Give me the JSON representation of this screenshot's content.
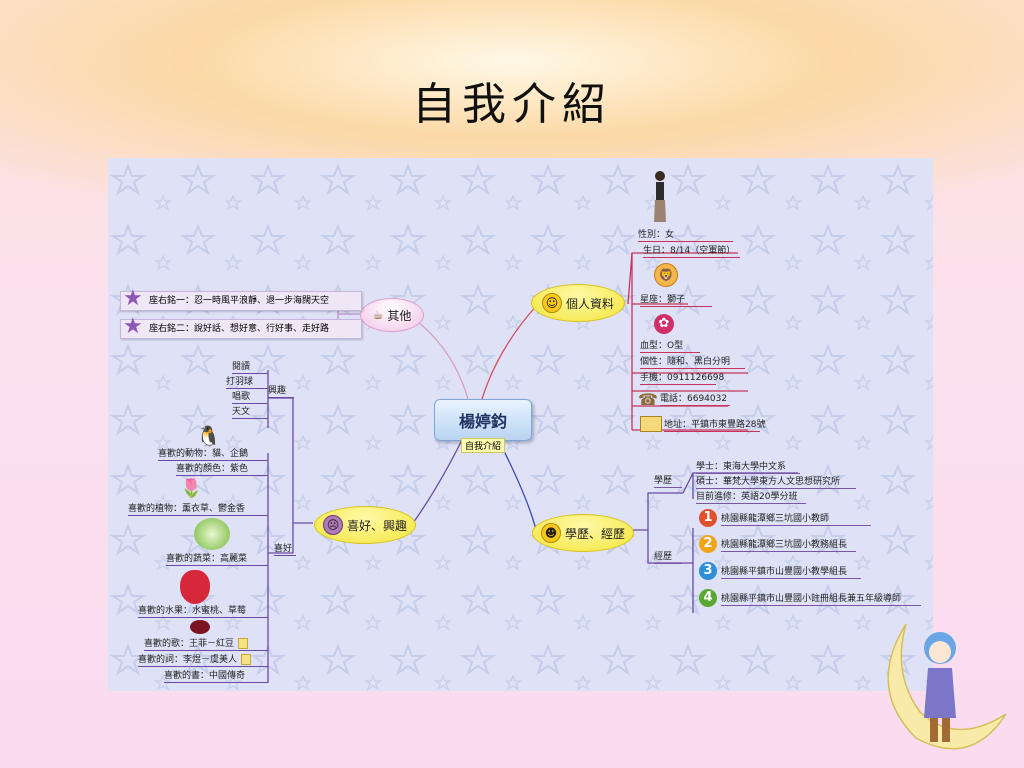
{
  "slide": {
    "title": "自我介紹"
  },
  "center": {
    "name": "楊婷鈞",
    "note": "自我介紹"
  },
  "branches": {
    "personal": {
      "label": "個人資料",
      "items": [
        "性別：女",
        "生日：8/14（空軍節）",
        "星座：獅子",
        "血型：O型",
        "個性：隨和、黑白分明",
        "手機：0911126698",
        "電話：6694032",
        "地址：平鎮市東豐路28號"
      ]
    },
    "education": {
      "label": "學歷、經歷",
      "degree_label": "學歷",
      "degrees": [
        "學士：東海大學中文系",
        "碩士：華梵大學東方人文思想研究所",
        "目前進修：英語20學分班"
      ],
      "experience_label": "經歷",
      "experience": [
        {
          "num": "1",
          "text": "桃園縣龍潭鄉三坑國小教師",
          "color": "#e0502a"
        },
        {
          "num": "2",
          "text": "桃園縣龍潭鄉三坑國小教務組長",
          "color": "#f0a418"
        },
        {
          "num": "3",
          "text": "桃園縣平鎮市山豐國小教學組長",
          "color": "#2e8fd8"
        },
        {
          "num": "4",
          "text": "桃園縣平鎮市山豐國小註冊組長兼五年級導師",
          "color": "#5aa830"
        }
      ]
    },
    "other": {
      "label": "其他",
      "mottos": [
        "座右銘一：忍一時風平浪靜、退一步海闊天空",
        "座右銘二：說好話、想好意、行好事、走好路"
      ]
    },
    "hobby": {
      "label": "喜好、興趣",
      "interest_label": "興趣",
      "interests": [
        "閱讀",
        "打羽球",
        "唱歌",
        "天文"
      ],
      "likes_label": "喜好",
      "likes": [
        "喜歡的動物：貓、企鵝",
        "喜歡的顏色：紫色",
        "喜歡的植物：薰衣草、鬱金香",
        "喜歡的蔬菜：高麗菜",
        "喜歡的水果：水蜜桃、草莓",
        "喜歡的歌：王菲－紅豆",
        "喜歡的詞：李煜－虞美人",
        "喜歡的書：中國傳奇"
      ]
    }
  },
  "colors": {
    "accent_red": "#c8325a",
    "accent_purple": "#6b4aa3",
    "map_bg": "#dfe2f7"
  }
}
